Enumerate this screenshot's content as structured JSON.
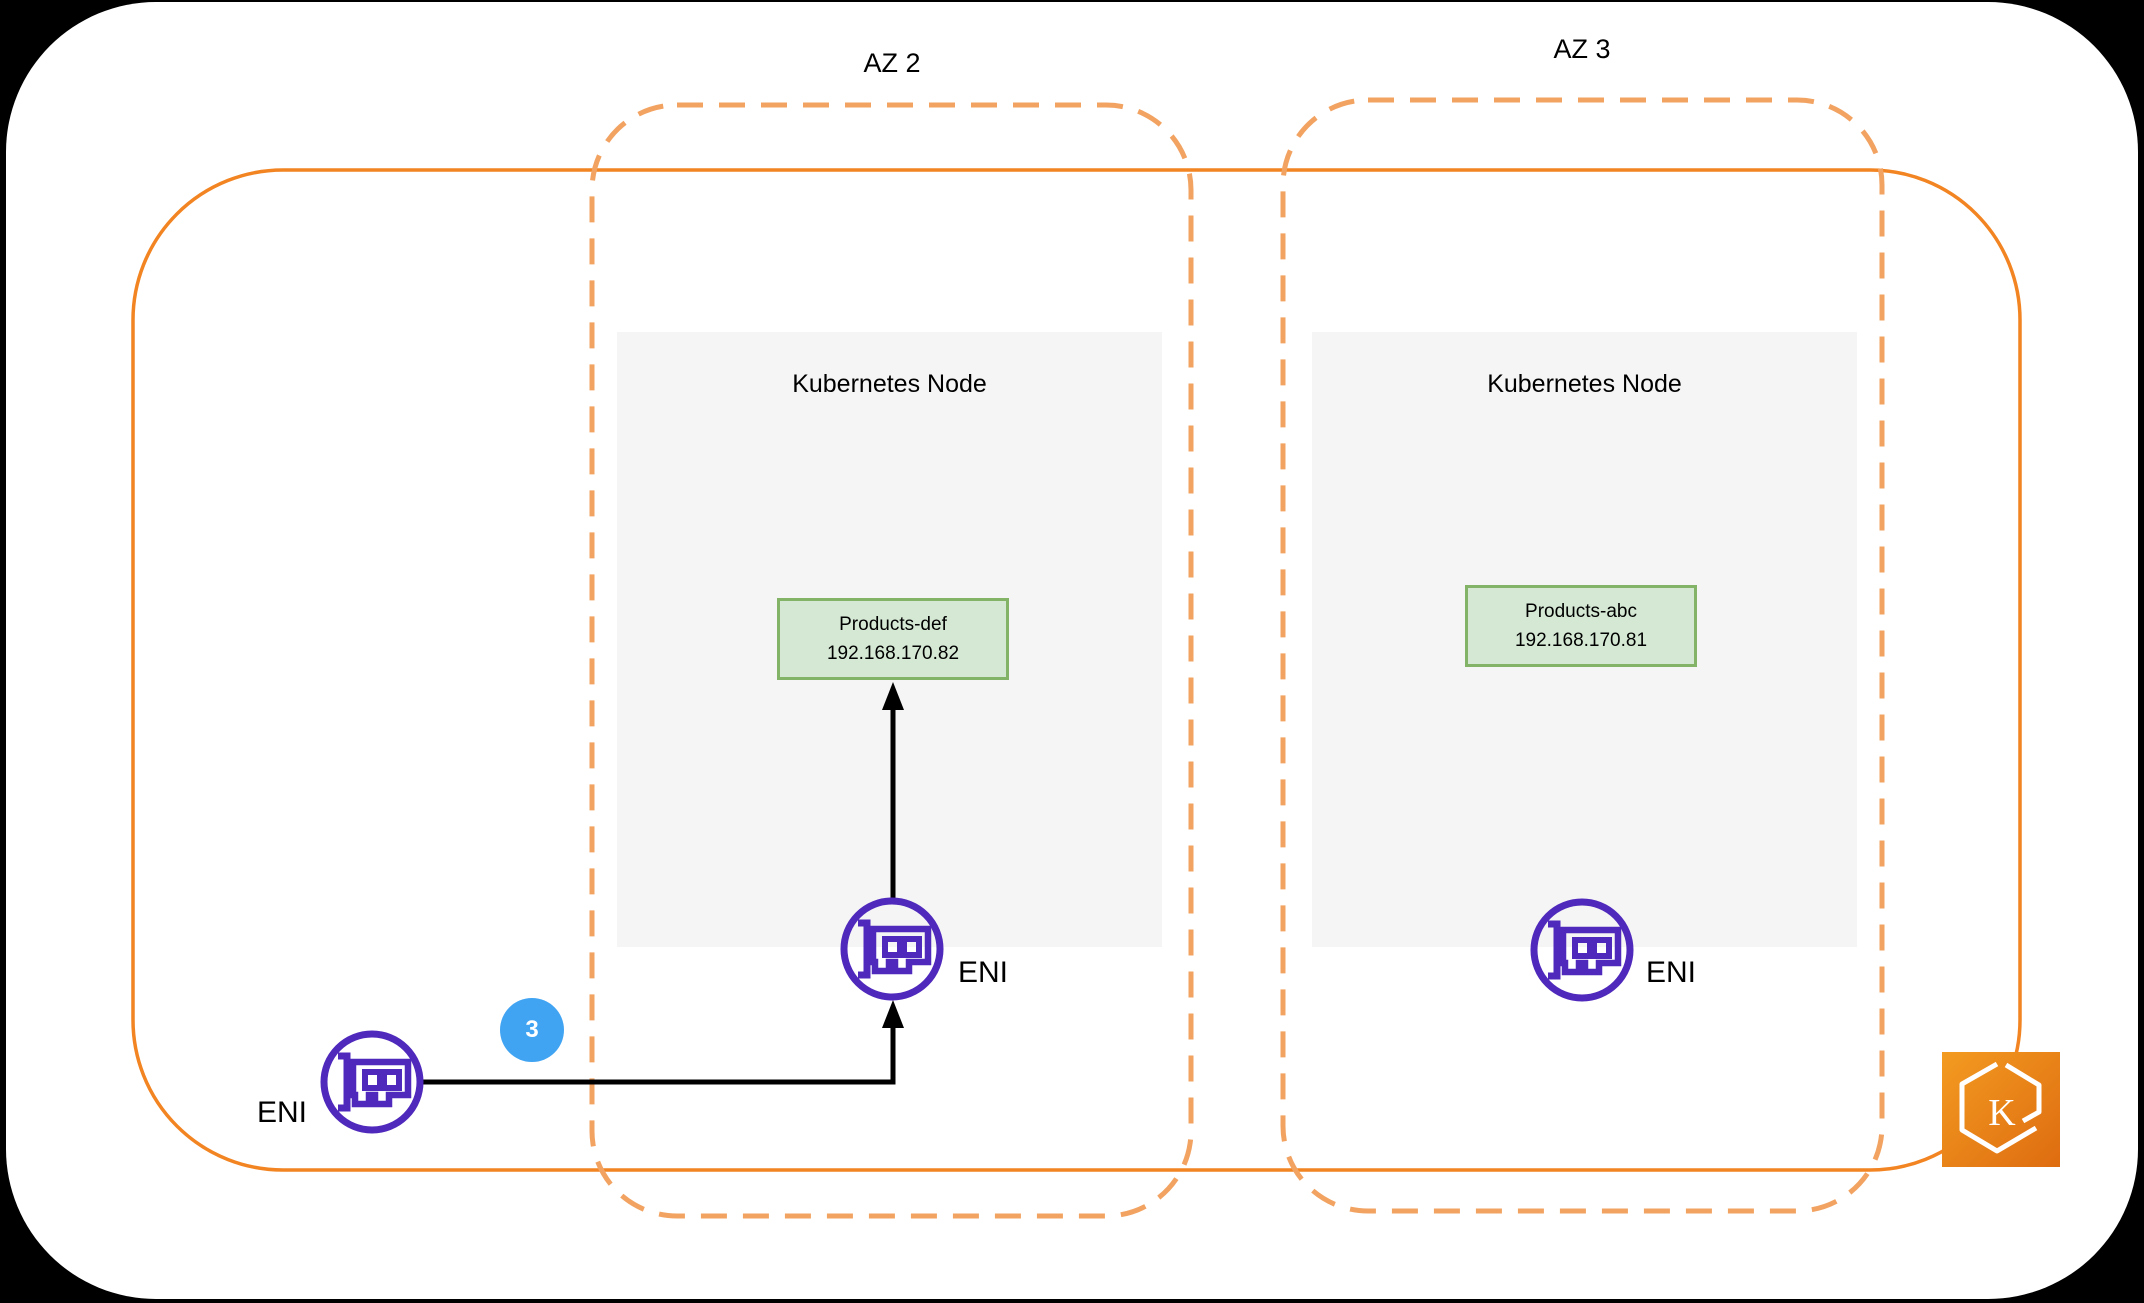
{
  "azs": [
    {
      "label": "AZ 2"
    },
    {
      "label": "AZ 3"
    }
  ],
  "nodes": [
    {
      "title": "Kubernetes Node",
      "pod": {
        "name": "Products-def",
        "ip": "192.168.170.82"
      },
      "eni": {
        "label": "ENI",
        "icon": "network-interface-icon"
      }
    },
    {
      "title": "Kubernetes Node",
      "pod": {
        "name": "Products-abc",
        "ip": "192.168.170.81"
      },
      "eni": {
        "label": "ENI",
        "icon": "network-interface-icon"
      }
    }
  ],
  "source_eni": {
    "label": "ENI",
    "icon": "network-interface-icon"
  },
  "step_badge": {
    "value": "3"
  },
  "eks": {
    "letter": "K",
    "icon": "amazon-eks-icon"
  },
  "colors": {
    "background": "#000000",
    "sheet": "#ffffff",
    "vpc_border": "#f28422",
    "az_dashed_border": "#f2a362",
    "node_fill": "#f5f5f5",
    "pod_fill": "#d5e8d4",
    "pod_border": "#82b366",
    "eni_purple": "#4f28bc",
    "badge_blue": "#41a4f3",
    "arrow": "#000000",
    "eks_gradient_start": "#f39b21",
    "eks_gradient_end": "#de6c10"
  }
}
